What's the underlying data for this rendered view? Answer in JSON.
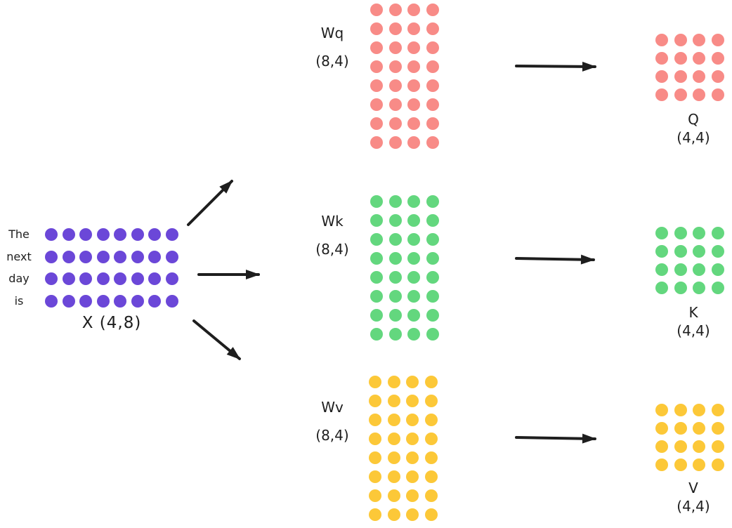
{
  "colors": {
    "background": "#ffffff",
    "text": "#1e1e1e",
    "arrow": "#1e1e1e",
    "x": "#6b47d8",
    "q": "#f88b87",
    "k": "#63d77e",
    "v": "#fcc838"
  },
  "input": {
    "tokens": [
      "The",
      "next",
      "day",
      "is"
    ],
    "label": "X (4,8)",
    "rows": 4,
    "cols": 8,
    "color_key": "x"
  },
  "weights": [
    {
      "name": "Wq",
      "shape": "(8,4)",
      "rows": 8,
      "cols": 4,
      "color_key": "q"
    },
    {
      "name": "Wk",
      "shape": "(8,4)",
      "rows": 8,
      "cols": 4,
      "color_key": "k"
    },
    {
      "name": "Wv",
      "shape": "(8,4)",
      "rows": 8,
      "cols": 4,
      "color_key": "v"
    }
  ],
  "outputs": [
    {
      "name": "Q",
      "shape": "(4,4)",
      "rows": 4,
      "cols": 4,
      "color_key": "q"
    },
    {
      "name": "K",
      "shape": "(4,4)",
      "rows": 4,
      "cols": 4,
      "color_key": "k"
    },
    {
      "name": "V",
      "shape": "(4,4)",
      "rows": 4,
      "cols": 4,
      "color_key": "v"
    }
  ]
}
